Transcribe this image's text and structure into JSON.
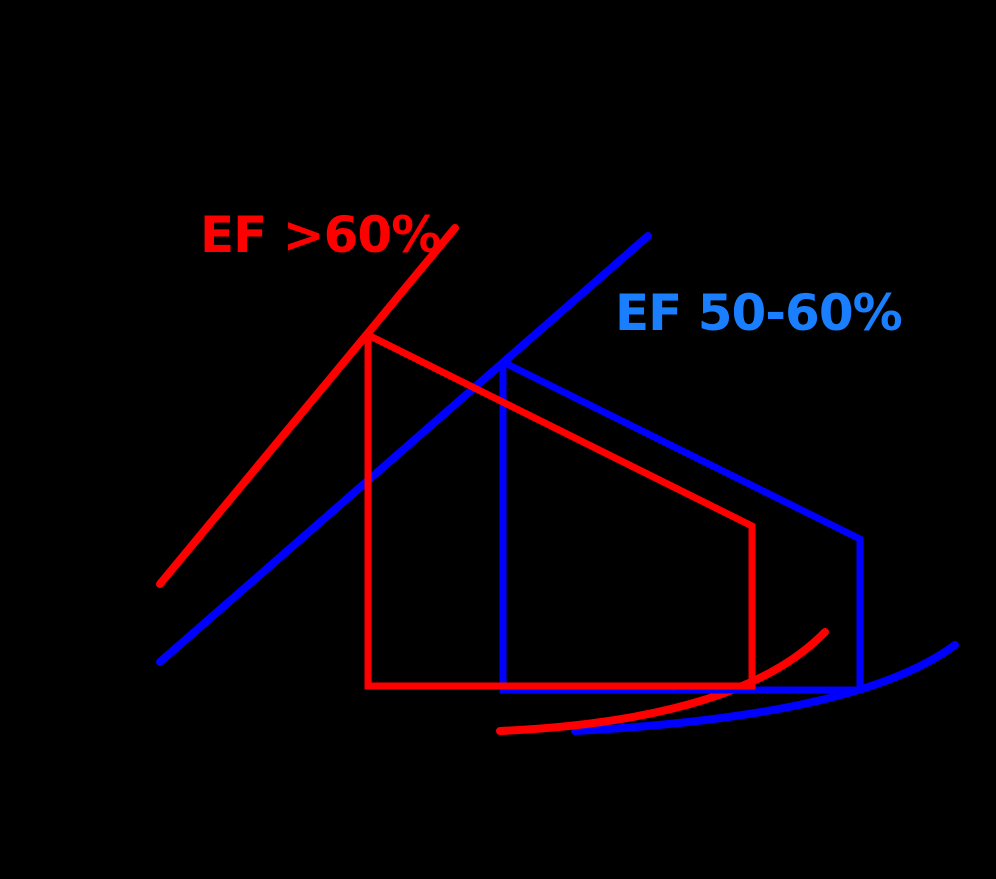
{
  "diagram": {
    "type": "pressure-volume-loops",
    "background": "#000000",
    "series": [
      {
        "name": "ef_over_60",
        "label": "EF >60%",
        "color": "#ff0000",
        "label_color": "#ff0000",
        "label_position": [
          200,
          252
        ],
        "espvr": {
          "x1": 160,
          "y1": 584,
          "x2": 455,
          "y2": 228
        },
        "edpvr": {
          "x1": 500,
          "y1": 731,
          "cx": 740,
          "cy": 720,
          "x2": 825,
          "y2": 632
        },
        "loop": {
          "points": [
            [
              370,
              336
            ],
            [
              752,
              526
            ],
            [
              752,
              686
            ],
            [
              368,
              686
            ],
            [
              368,
              336
            ]
          ]
        }
      },
      {
        "name": "ef_50_60",
        "label": "EF 50-60%",
        "color": "#0000ff",
        "label_color": "#1a7fff",
        "label_position": [
          615,
          330
        ],
        "espvr": {
          "x1": 160,
          "y1": 662,
          "x2": 648,
          "y2": 236
        },
        "edpvr": {
          "x1": 575,
          "y1": 731,
          "cx": 860,
          "cy": 716,
          "x2": 955,
          "y2": 645
        },
        "loop": {
          "points": [
            [
              505,
              363
            ],
            [
              860,
              539
            ],
            [
              860,
              690
            ],
            [
              503,
              690
            ],
            [
              503,
              363
            ]
          ]
        }
      }
    ]
  }
}
